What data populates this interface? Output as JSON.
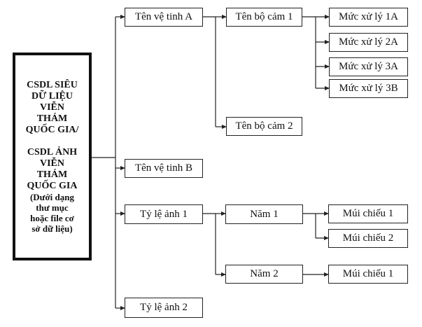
{
  "root": {
    "lines_1": [
      "CSDL SIÊU",
      "DỮ LIỆU",
      "VIỄN",
      "THÁM",
      "QUỐC GIA/"
    ],
    "lines_2": [
      "CSDL ẢNH",
      "VIỄN",
      "THÁM",
      "QUỐC GIA"
    ],
    "lines_3": [
      "(Dưới dạng",
      "thư mục",
      "hoặc file cơ",
      "sở dữ liệu)"
    ]
  },
  "nodes": {
    "sat_a": "Tên vệ tinh A",
    "sensor_1": "Tên bộ cảm 1",
    "level_1a": "Mức xử lý 1A",
    "level_2a": "Mức xử lý 2A",
    "level_3a": "Mức xử lý 3A",
    "level_3b": "Mức xử lý 3B",
    "sensor_2": "Tên bộ cảm 2",
    "sat_b": "Tên vệ tinh B",
    "scale_1": "Tỷ lệ ảnh 1",
    "year_1": "Năm 1",
    "zone_1_y1": "Múi chiếu 1",
    "zone_2_y1": "Múi chiếu 2",
    "year_2": "Năm 2",
    "zone_1_y2": "Múi chiếu 1",
    "scale_2": "Tỷ lệ ảnh 2"
  }
}
